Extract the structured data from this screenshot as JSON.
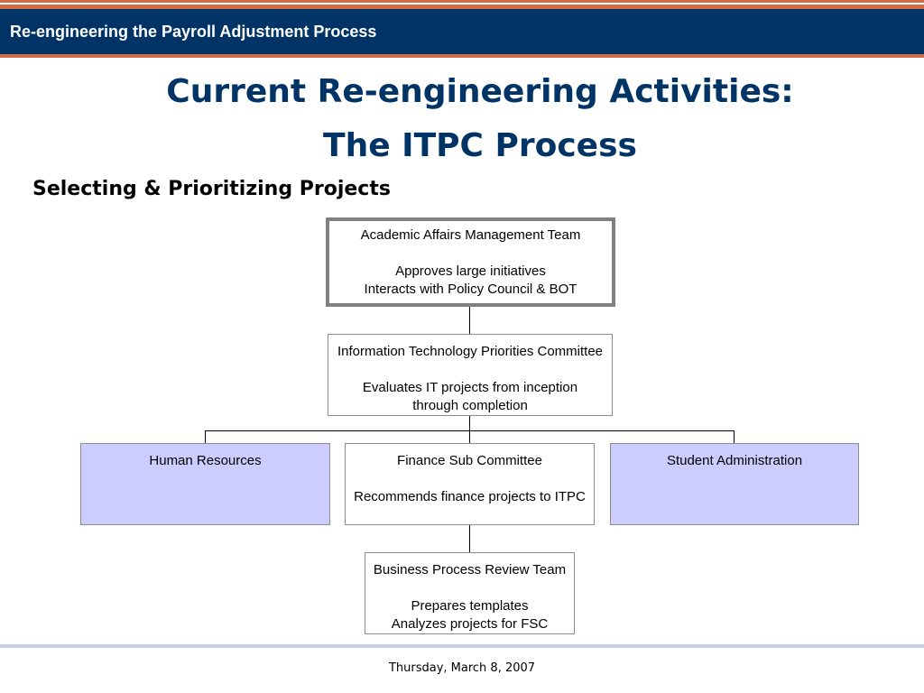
{
  "header": {
    "title": "Re-engineering the Payroll Adjustment Process"
  },
  "slide": {
    "title_line1": "Current Re-engineering Activities:",
    "title_line2": "The ITPC Process",
    "subtitle": "Selecting & Prioritizing Projects"
  },
  "org_chart": {
    "top": {
      "name": "Academic Affairs Management Team",
      "lines": [
        "Approves large initiatives",
        "Interacts with Policy Council & BOT"
      ]
    },
    "itpc": {
      "name": "Information Technology Priorities Committee",
      "lines": [
        "Evaluates IT projects from inception",
        "through completion"
      ]
    },
    "hr": {
      "name": "Human Resources"
    },
    "fsc": {
      "name": "Finance Sub Committee",
      "lines": [
        "Recommends finance projects to ITPC"
      ]
    },
    "sa": {
      "name": "Student Administration"
    },
    "bprt": {
      "name": "Business Process Review Team",
      "lines": [
        "Prepares templates",
        "Analyzes projects for FSC"
      ]
    }
  },
  "footer": {
    "date": "Thursday, March 8, 2007"
  },
  "colors": {
    "header_bg": "#003366",
    "accent": "#cf6b45",
    "title": "#003366",
    "node_highlight": "#ccccff"
  }
}
